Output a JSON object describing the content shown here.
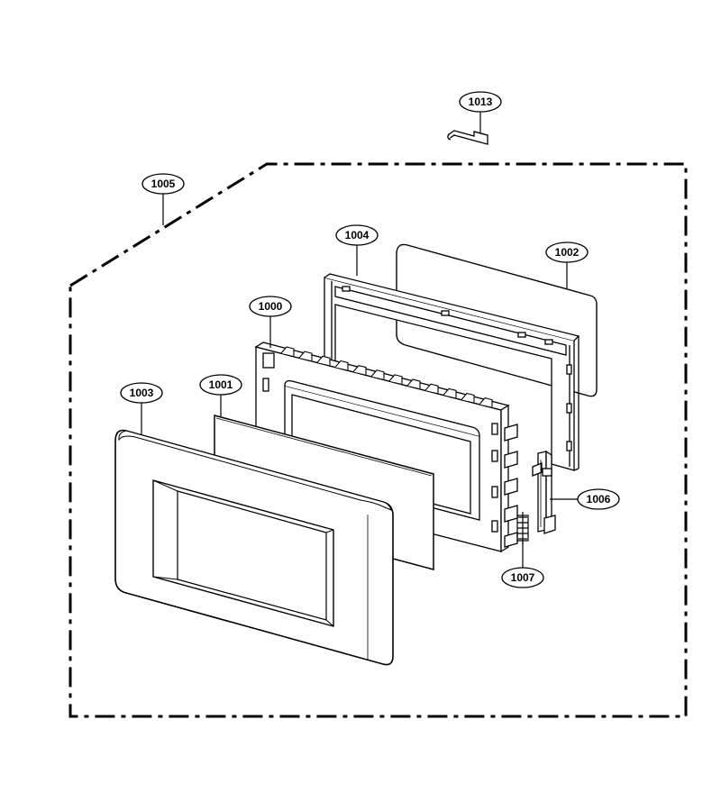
{
  "diagram": {
    "type": "exploded-parts-view",
    "line_color": "#000000",
    "background": "#ffffff",
    "parts": [
      {
        "id": "1000",
        "icon": "door-inner-frame"
      },
      {
        "id": "1001",
        "icon": "choke-cover-panel"
      },
      {
        "id": "1002",
        "icon": "door-screen-panel"
      },
      {
        "id": "1003",
        "icon": "door-frame-front"
      },
      {
        "id": "1004",
        "icon": "door-back-frame"
      },
      {
        "id": "1005",
        "icon": "door-assembly-boundary"
      },
      {
        "id": "1006",
        "icon": "latch-lever"
      },
      {
        "id": "1007",
        "icon": "latch-spring"
      },
      {
        "id": "1013",
        "icon": "hook-bracket"
      }
    ]
  }
}
